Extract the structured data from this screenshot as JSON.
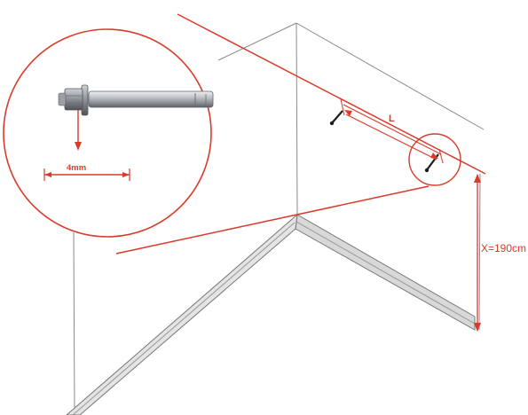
{
  "labels": {
    "bolt_offset": "4mm",
    "spacing": "L",
    "height": "X=190cm"
  },
  "colors": {
    "dimension_line": "#d93b2b",
    "wall_line": "#8a8a8a",
    "skirting_fill": "#d8d8d8",
    "bolt_steel": "#b9bcc0",
    "background": "#ffffff"
  },
  "icons": {
    "bolt": "anchor-bolt-icon",
    "screw": "screw-icon"
  }
}
